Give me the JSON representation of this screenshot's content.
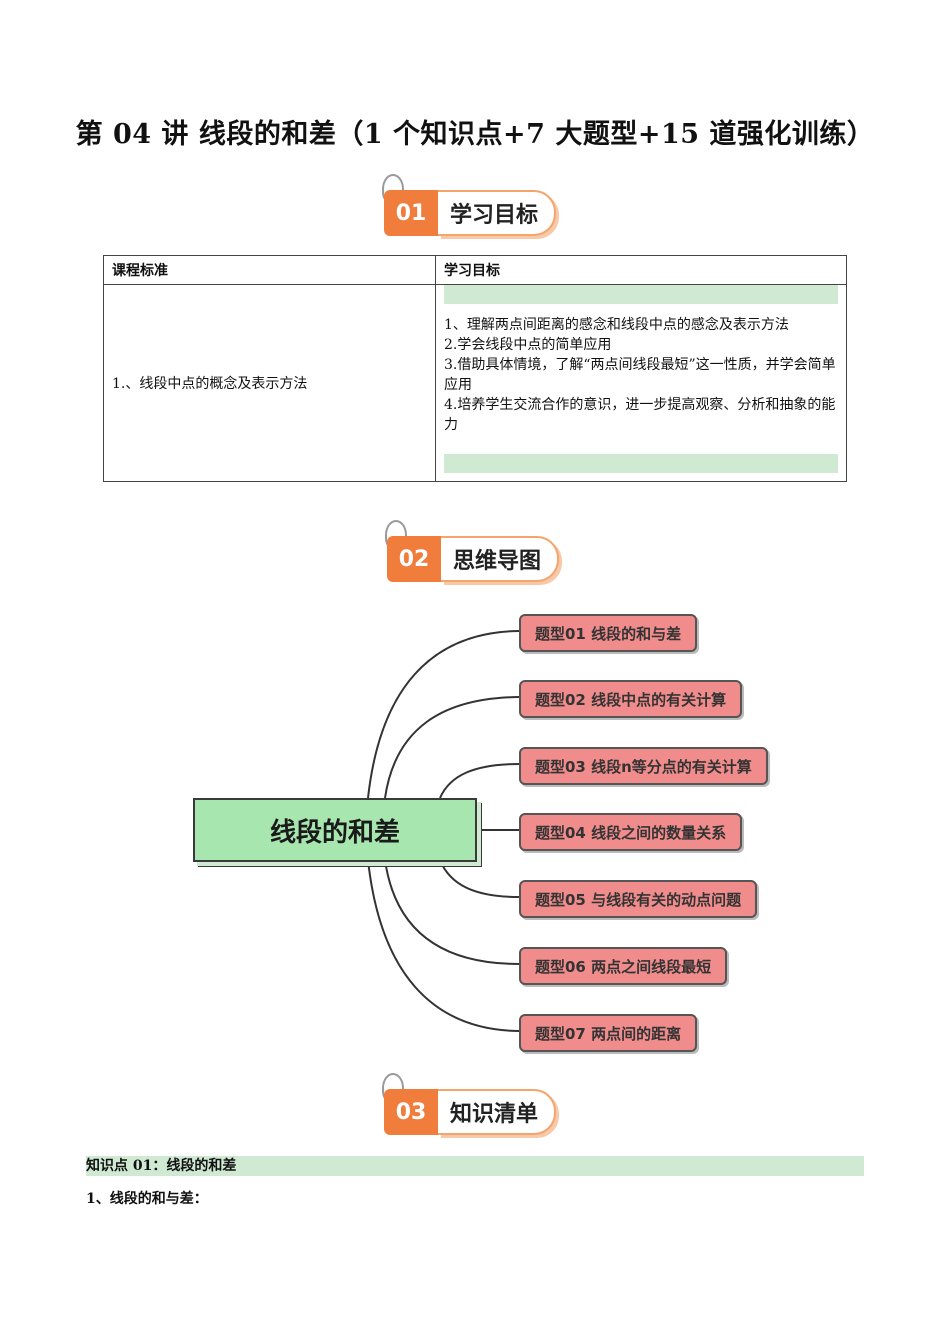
{
  "title": "第 04 讲  线段的和差（1 个知识点+7 大题型+15 道强化训练）",
  "sections": [
    {
      "num": "01",
      "label": "学习目标"
    },
    {
      "num": "02",
      "label": "思维导图"
    },
    {
      "num": "03",
      "label": "知识清单"
    }
  ],
  "objectives_table": {
    "headers": [
      "课程标准",
      "学习目标"
    ],
    "standard": "1.、线段中点的概念及表示方法",
    "goals": [
      "1、理解两点间距离的感念和线段中点的感念及表示方法",
      "2.学会线段中点的简单应用",
      "3.借助具体情境，了解“两点间线段最短”这一性质，并学会简单应用",
      "4.培养学生交流合作的意识，进一步提高观察、分析和抽象的能力"
    ]
  },
  "mindmap": {
    "center": "线段的和差",
    "branches": [
      "题型01 线段的和与差",
      "题型02 线段中点的有关计算",
      "题型03 线段n等分点的有关计算",
      "题型04 线段之间的数量关系",
      "题型05 与线段有关的动点问题",
      "题型06 两点之间线段最短",
      "题型07 两点间的距离"
    ]
  },
  "knowledge": {
    "point": "知识点 01：线段的和差",
    "sub": "1、线段的和与差："
  }
}
